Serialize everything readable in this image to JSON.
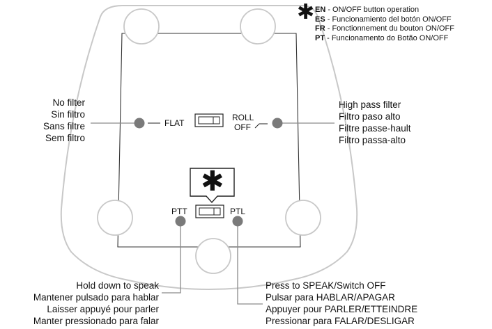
{
  "legend": {
    "items": [
      {
        "code": "EN",
        "text": " - ON/OFF button operation"
      },
      {
        "code": "ES",
        "text": " - Funcionamiento del botón ON/OFF"
      },
      {
        "code": "FR",
        "text": " - Fonctionnement du bouton ON/OFF"
      },
      {
        "code": "PT",
        "text": " - Funcionamento do Botão ON/OFF"
      }
    ],
    "star": "✱"
  },
  "switch_labels": {
    "flat": "FLAT",
    "roll": "ROLL",
    "off": "OFF",
    "ptt": "PTT",
    "ptl": "PTL",
    "star": "✱"
  },
  "callouts": {
    "no_filter": [
      "No filter",
      "Sin filtro",
      "Sans filtre",
      "Sem filtro"
    ],
    "high_pass": [
      "High pass filter",
      "Filtro paso alto",
      "Filtre passe-hault",
      "Filtro passa-alto"
    ],
    "hold_down": [
      "Hold down to speak",
      "Mantener pulsado para hablar",
      "Laisser appuyé pour parler",
      "Manter pressionado para falar"
    ],
    "press_to": [
      "Press to SPEAK/Switch OFF",
      "Pulsar para HABLAR/APAGAR",
      "Appuyer pour PARLER/ETTEINDRE",
      "Pressionar para FALAR/DESLIGAR"
    ]
  },
  "colors": {
    "outline": "#c8c8c8",
    "dot": "#7a7a7a",
    "leader": "#8a8a8a",
    "ink": "#111111"
  }
}
